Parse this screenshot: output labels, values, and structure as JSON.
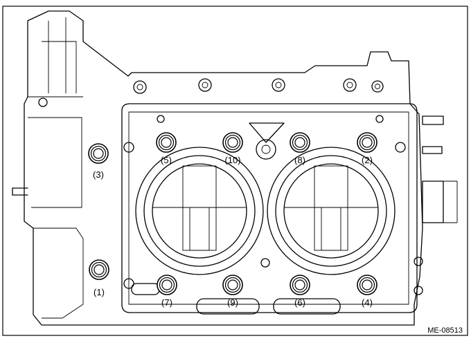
{
  "figure": {
    "reference_code": "ME-08513"
  },
  "bolts": [
    {
      "label": "(1)"
    },
    {
      "label": "(2)"
    },
    {
      "label": "(3)"
    },
    {
      "label": "(4)"
    },
    {
      "label": "(5)"
    },
    {
      "label": "(6)"
    },
    {
      "label": "(7)"
    },
    {
      "label": "(8)"
    },
    {
      "label": "(9)"
    },
    {
      "label": "(10)"
    }
  ]
}
